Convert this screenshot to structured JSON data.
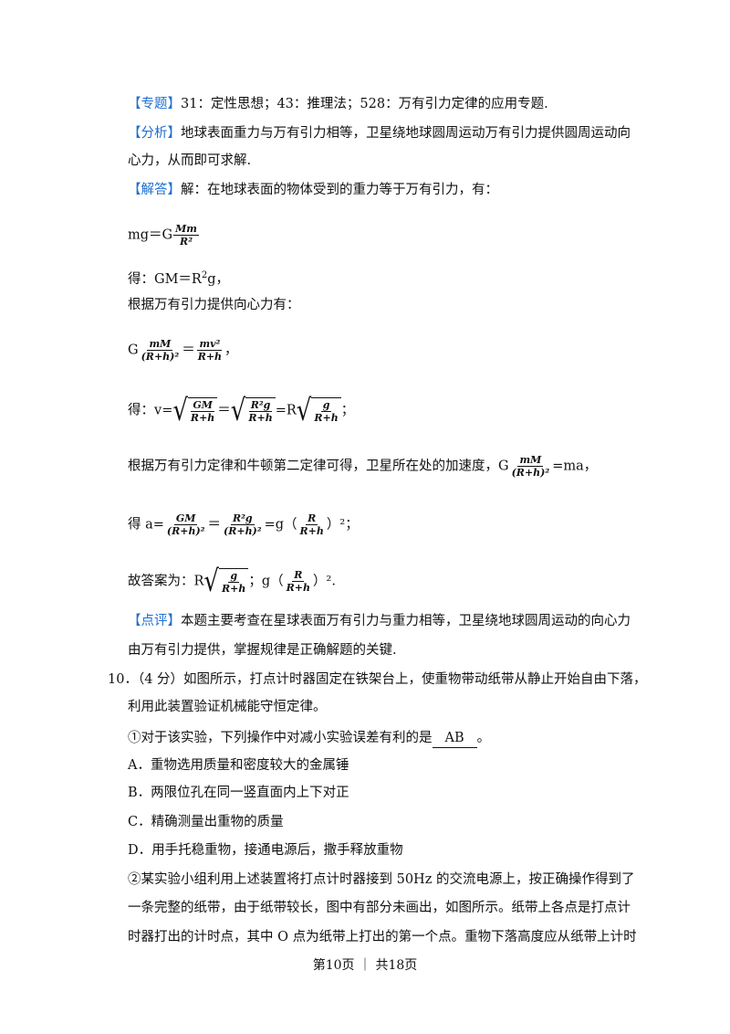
{
  "zhuanti": {
    "tag": "【专题】",
    "text": "31：定性思想；43：推理法；528：万有引力定律的应用专题."
  },
  "fenxi": {
    "tag": "【分析】",
    "text1": "地球表面重力与万有引力相等，卫星绕地球圆周运动万有引力提供圆周运动向",
    "text2": "心力，从而即可求解."
  },
  "jieda": {
    "tag": "【解答】",
    "text": "解：在地球表面的物体受到的重力等于万有引力，有："
  },
  "eq1": {
    "lhs": "mg＝G",
    "num": "Mm",
    "den": "R²"
  },
  "eq2": {
    "prefix": "得：GM＝R",
    "sup": "2",
    "suffix": "g，"
  },
  "line_xiangxin": "根据万有引力提供向心力有：",
  "eq3": {
    "g": "G",
    "num1": "mM",
    "den1": "(R+h)²",
    "eq": "＝",
    "num2": "mv²",
    "den2": "R+h",
    "end": "，"
  },
  "eq4": {
    "prefix": "得：v=",
    "n1": "GM",
    "d1": "R+h",
    "eq": "＝",
    "n2": "R²g",
    "d2": "R+h",
    "mid": "=R",
    "n3": "g",
    "d3": "R+h",
    "end": "；"
  },
  "eq5": {
    "text": "根据万有引力定律和牛顿第二定律可得，卫星所在处的加速度，G",
    "num": "mM",
    "den": "(R+h)²",
    "end": "=ma，"
  },
  "eq6": {
    "prefix": "得 a=",
    "n1": "GM",
    "d1": "(R+h)²",
    "eq": "＝",
    "n2": "R²g",
    "d2": "(R+h)²",
    "mid": "=g（",
    "n3": "R",
    "d3": "R+h",
    "end": "）²；"
  },
  "eq7": {
    "prefix": "故答案为：R",
    "n1": "g",
    "d1": "R+h",
    "mid": "；g（",
    "n2": "R",
    "d2": "R+h",
    "end": "）²."
  },
  "dianping": {
    "tag": "【点评】",
    "text1": "本题主要考查在星球表面万有引力与重力相等，卫星绕地球圆周运动的向心力",
    "text2": "由万有引力提供，掌握规律是正确解题的关键."
  },
  "q10": {
    "line1": "10．（4 分）如图所示，打点计时器固定在铁架台上，使重物带动纸带从静止开始自由下落，",
    "line2": "利用此装置验证机械能守恒定律。",
    "sub1_prefix": "①对于该实验，下列操作中对减小实验误差有利的是",
    "sub1_answer": "AB",
    "sub1_suffix": "。",
    "optA": "A．重物选用质量和密度较大的金属锤",
    "optB": "B．两限位孔在同一竖直面内上下对正",
    "optC": "C．精确测量出重物的质量",
    "optD": "D．用手托稳重物，接通电源后，撒手释放重物",
    "sub2_line1": "②某实验小组利用上述装置将打点计时器接到 50Hz 的交流电源上，按正确操作得到了",
    "sub2_line2": "一条完整的纸带，由于纸带较长，图中有部分未画出，如图所示。纸带上各点是打点计",
    "sub2_line3": "时器打出的计时点，其中 O 点为纸带上打出的第一个点。重物下落高度应从纸带上计时"
  },
  "footer": "第10页 ｜ 共18页"
}
